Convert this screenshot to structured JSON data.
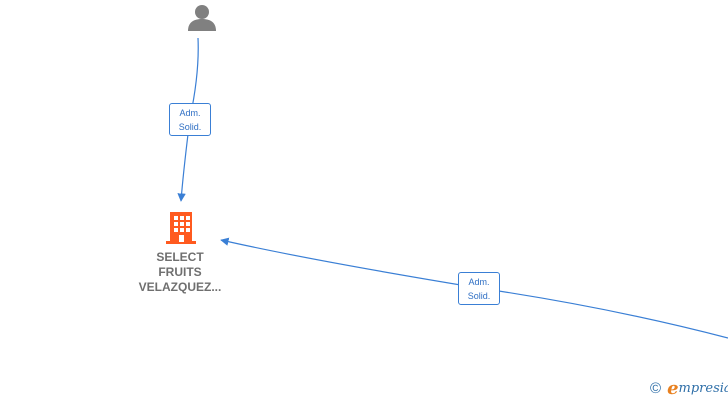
{
  "colors": {
    "edge": "#3a7fd5",
    "person_icon": "#808080",
    "company_icon": "#ff5a1f",
    "company_text": "#6f6f6f",
    "brand_blue": "#2f6fa8",
    "brand_orange": "#e8801f"
  },
  "nodes": {
    "person": {
      "icon": "person-icon"
    },
    "company": {
      "icon": "building-icon",
      "name_lines": [
        "SELECT",
        "FRUITS",
        "VELAZQUEZ..."
      ]
    }
  },
  "edges": [
    {
      "from": "person",
      "to": "company",
      "label_lines": [
        "Adm.",
        "Solid."
      ]
    },
    {
      "from": "offscreen-right",
      "to": "company",
      "label_lines": [
        "Adm.",
        "Solid."
      ]
    }
  ],
  "footer": {
    "copyright_symbol": "©",
    "brand_first_letter": "e",
    "brand_rest": "mpresia"
  }
}
